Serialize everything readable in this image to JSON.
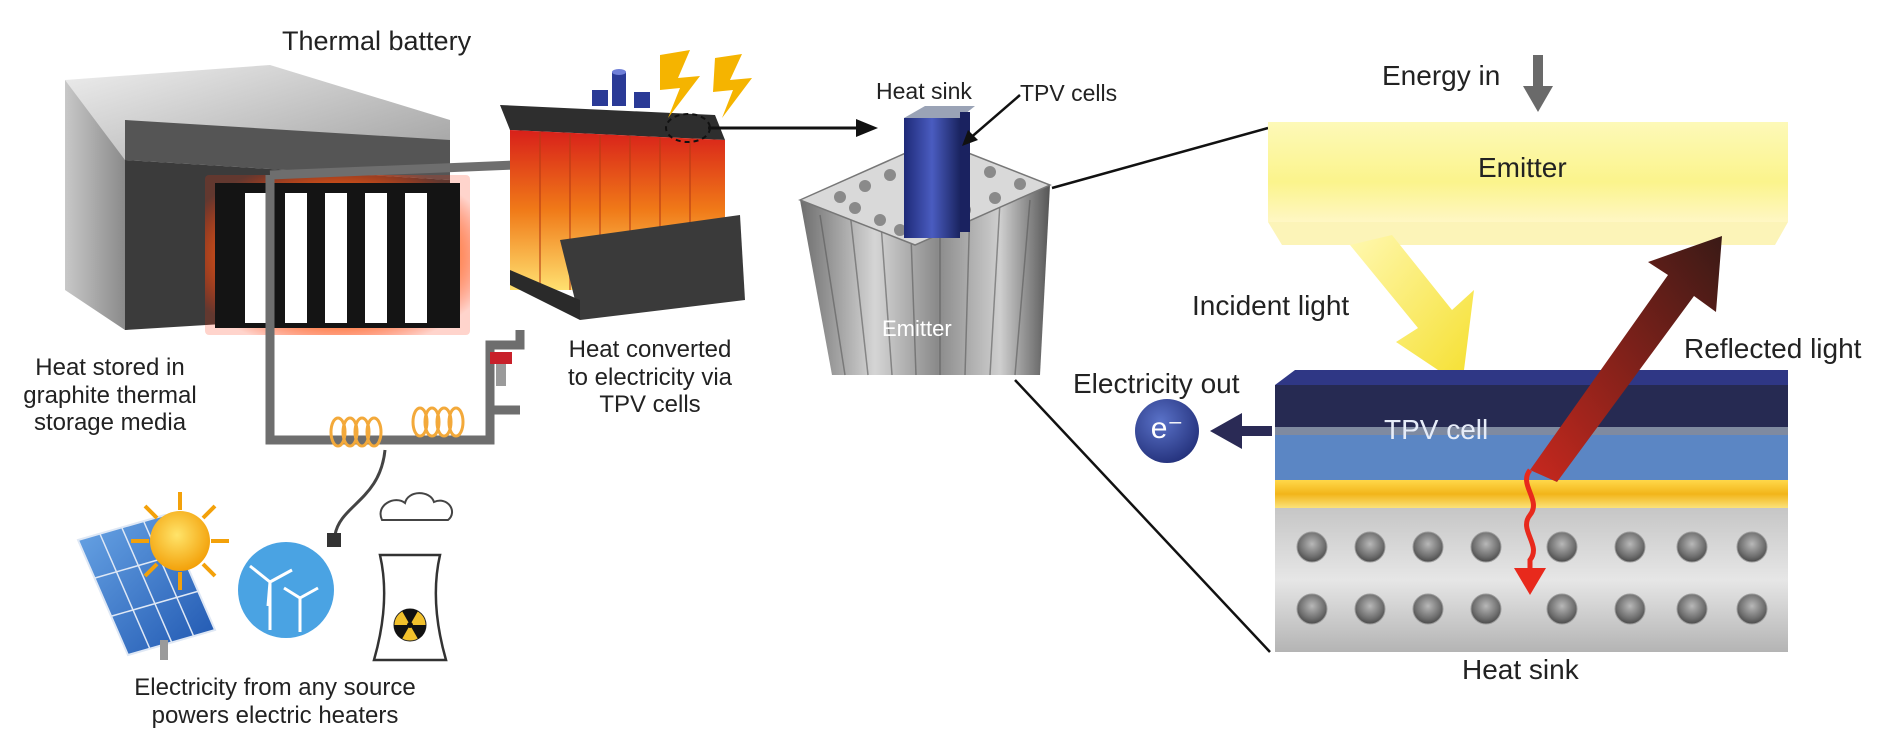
{
  "labels": {
    "thermal_battery": "Thermal battery",
    "heat_stored_1": "Heat stored in",
    "heat_stored_2": "graphite thermal",
    "heat_stored_3": "storage media",
    "heat_converted_1": "Heat converted",
    "heat_converted_2": "to electricity via",
    "heat_converted_3": "TPV cells",
    "electricity_source_1": "Electricity from any source",
    "electricity_source_2": "powers electric heaters",
    "heat_sink_top": "Heat sink",
    "tpv_cells": "TPV cells",
    "emitter_column": "Emitter",
    "energy_in": "Energy in",
    "emitter_block": "Emitter",
    "incident_light": "Incident light",
    "reflected_light": "Reflected light",
    "electricity_out": "Electricity out",
    "electron": "e⁻",
    "tpv_cell": "TPV cell",
    "heat_sink_bottom": "Heat sink"
  },
  "colors": {
    "emitter_yellow": "#fbf7a6",
    "tpv_navy": "#2b2f5e",
    "tpv_blue": "#5b86c4",
    "gold": "#f2c12c",
    "heat_red": "#e8291c",
    "arrow_dark": "#2a2a55"
  }
}
